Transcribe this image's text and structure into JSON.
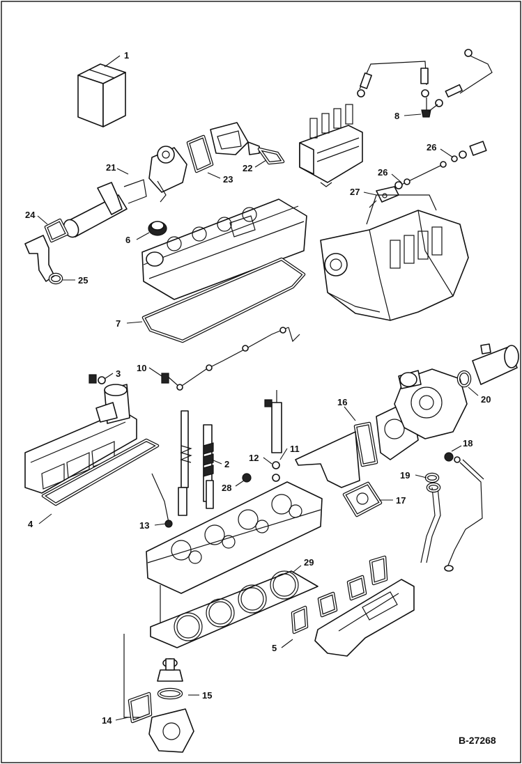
{
  "diagram_ref": "B-27268",
  "callouts": [
    "1",
    "2",
    "3",
    "4",
    "5",
    "6",
    "7",
    "8",
    "10",
    "11",
    "12",
    "13",
    "14",
    "15",
    "16",
    "17",
    "18",
    "19",
    "20",
    "21",
    "22",
    "23",
    "24",
    "25",
    "26",
    "26",
    "27",
    "28",
    "29"
  ],
  "colors": {
    "line": "#111111",
    "background": "#ffffff",
    "frame": "#111111"
  }
}
